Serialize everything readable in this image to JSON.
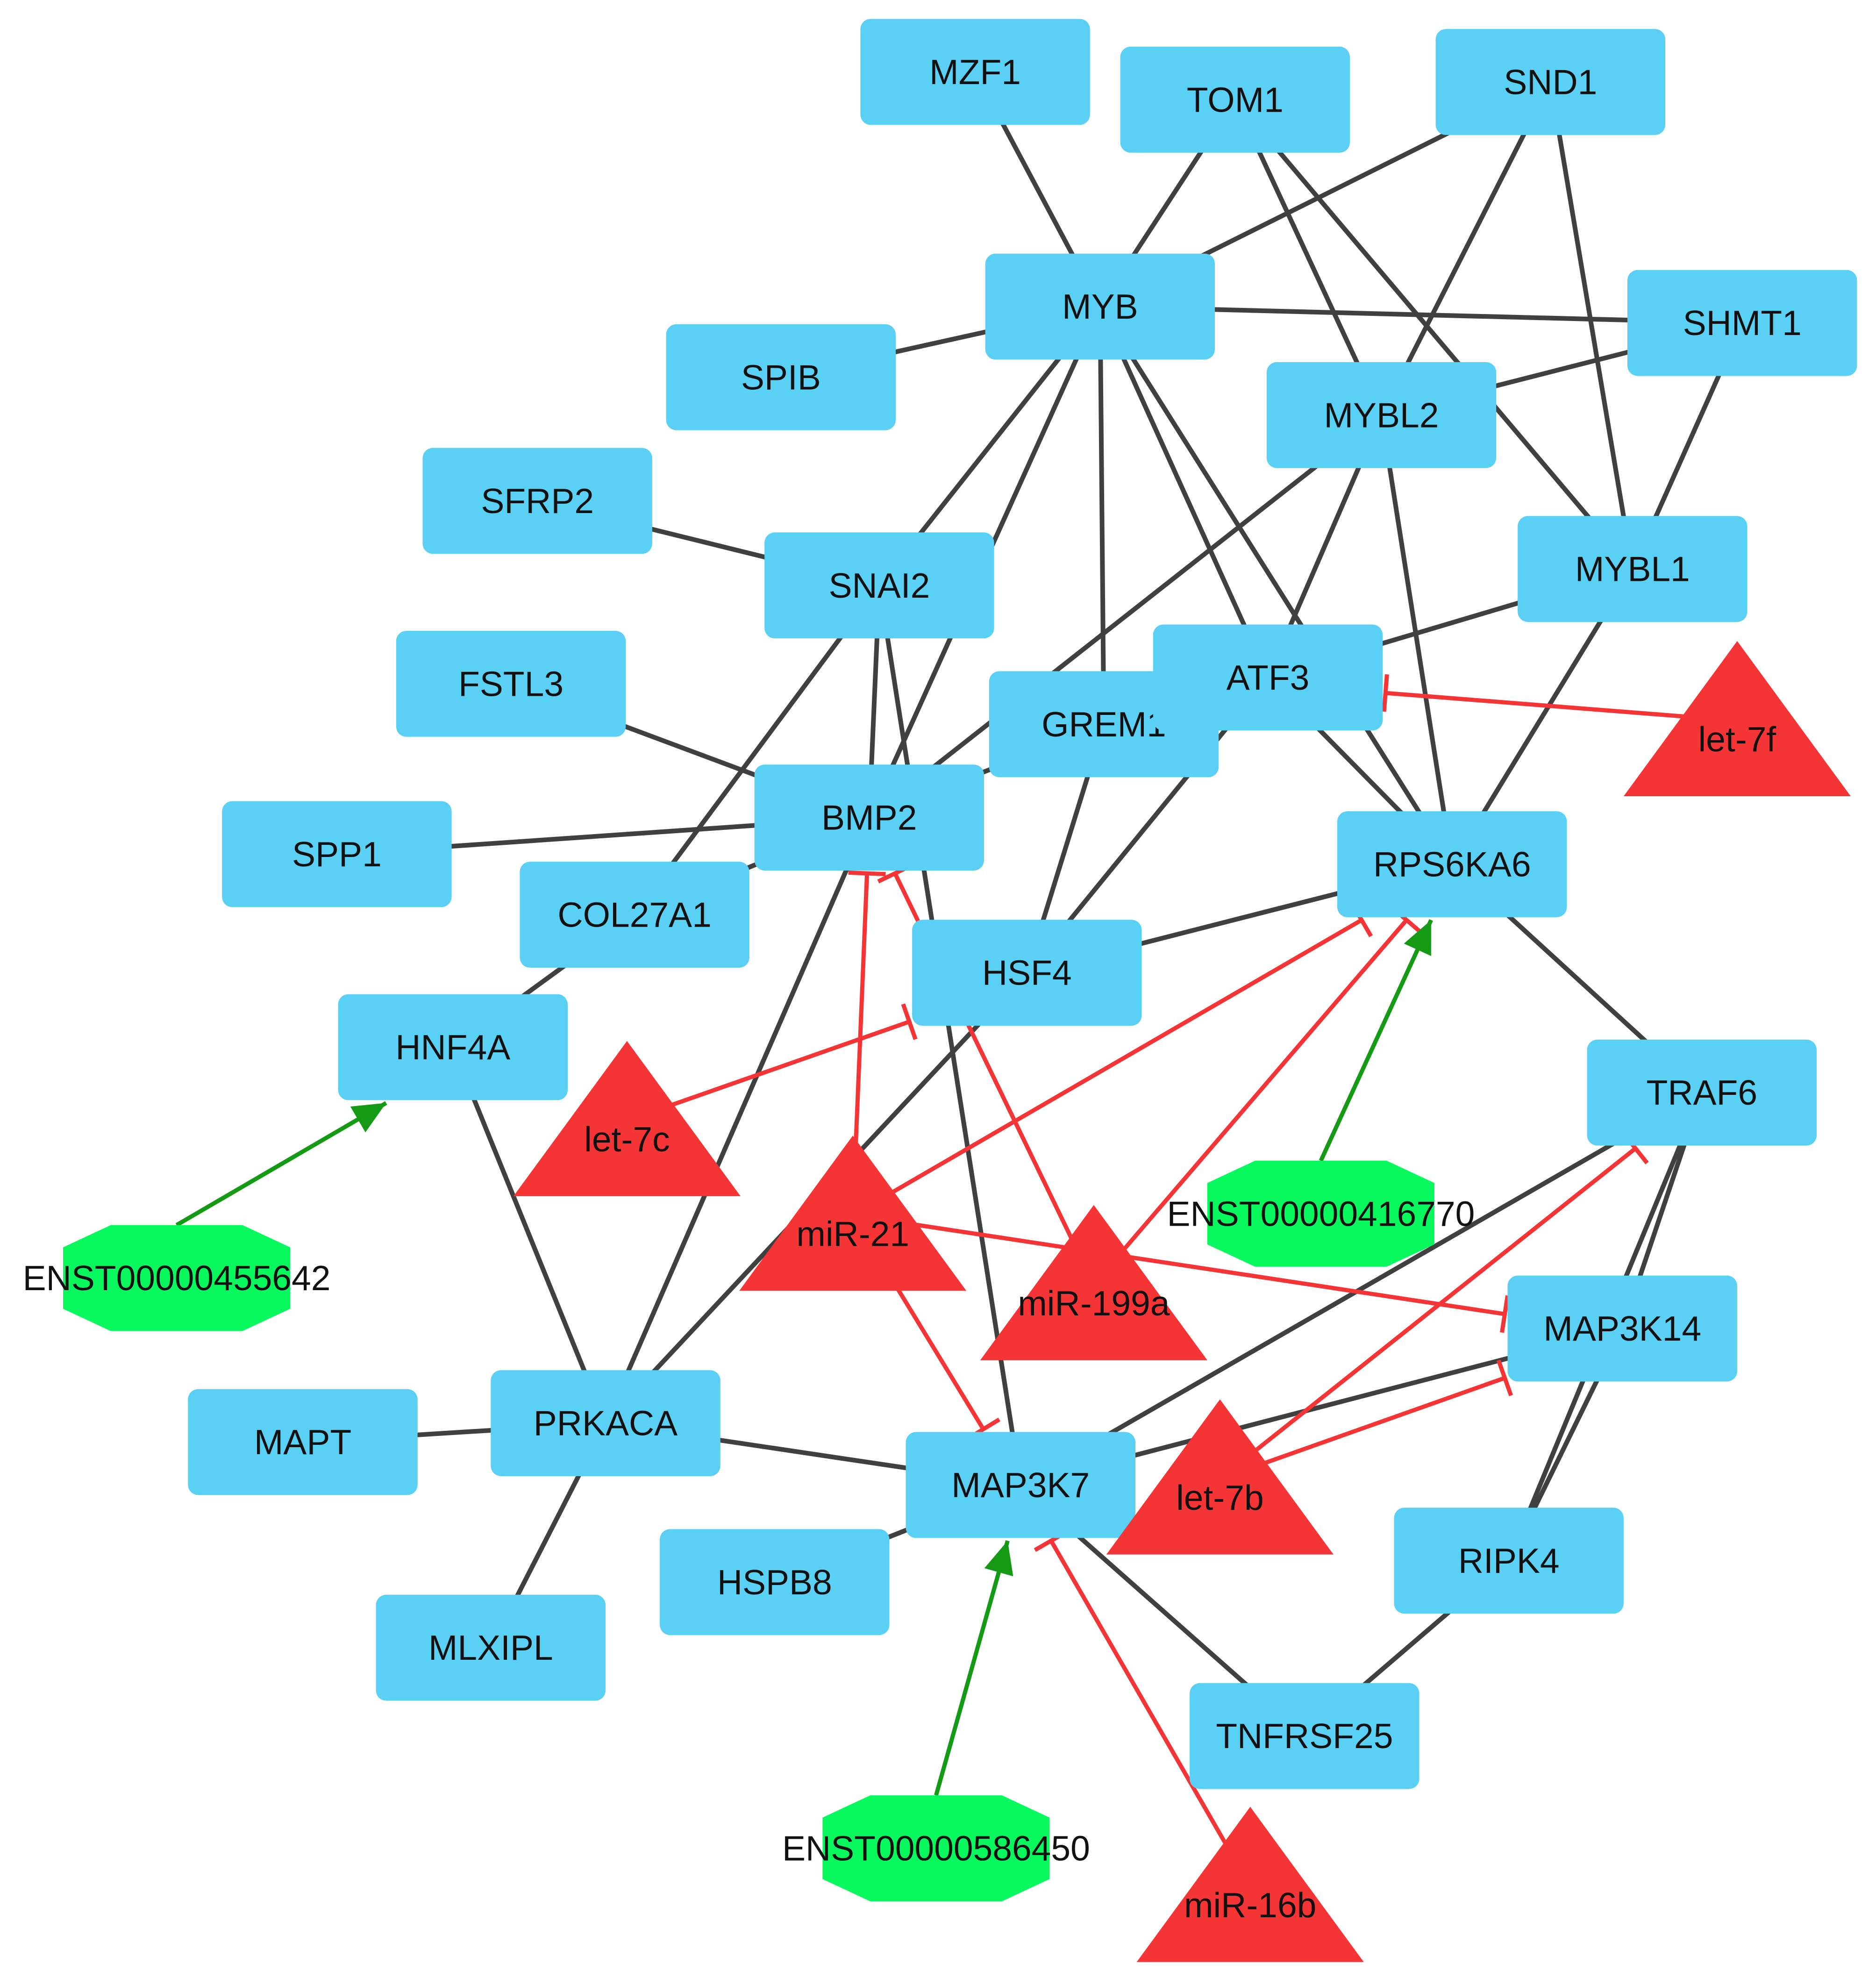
{
  "colors": {
    "gene_node": "#5bd0f5",
    "mirna_node": "#f53535",
    "lncrna_node": "#07f95e",
    "gene_edge": "#404040",
    "inhibition_edge": "#f53535",
    "activation_edge": "#159a15"
  },
  "nodes": [
    {
      "id": "MZF1",
      "label": "MZF1",
      "kind": "gene"
    },
    {
      "id": "TOM1",
      "label": "TOM1",
      "kind": "gene"
    },
    {
      "id": "SND1",
      "label": "SND1",
      "kind": "gene"
    },
    {
      "id": "MYB",
      "label": "MYB",
      "kind": "gene"
    },
    {
      "id": "SHMT1",
      "label": "SHMT1",
      "kind": "gene"
    },
    {
      "id": "SPIB",
      "label": "SPIB",
      "kind": "gene"
    },
    {
      "id": "MYBL2",
      "label": "MYBL2",
      "kind": "gene"
    },
    {
      "id": "SFRP2",
      "label": "SFRP2",
      "kind": "gene"
    },
    {
      "id": "SNAI2",
      "label": "SNAI2",
      "kind": "gene"
    },
    {
      "id": "MYBL1",
      "label": "MYBL1",
      "kind": "gene"
    },
    {
      "id": "FSTL3",
      "label": "FSTL3",
      "kind": "gene"
    },
    {
      "id": "GREM1",
      "label": "GREM1",
      "kind": "gene"
    },
    {
      "id": "ATF3",
      "label": "ATF3",
      "kind": "gene"
    },
    {
      "id": "BMP2",
      "label": "BMP2",
      "kind": "gene"
    },
    {
      "id": "SPP1",
      "label": "SPP1",
      "kind": "gene"
    },
    {
      "id": "RPS6KA6",
      "label": "RPS6KA6",
      "kind": "gene"
    },
    {
      "id": "COL27A1",
      "label": "COL27A1",
      "kind": "gene"
    },
    {
      "id": "HSF4",
      "label": "HSF4",
      "kind": "gene"
    },
    {
      "id": "HNF4A",
      "label": "HNF4A",
      "kind": "gene"
    },
    {
      "id": "TRAF6",
      "label": "TRAF6",
      "kind": "gene"
    },
    {
      "id": "MAP3K14",
      "label": "MAP3K14",
      "kind": "gene"
    },
    {
      "id": "MAPT",
      "label": "MAPT",
      "kind": "gene"
    },
    {
      "id": "PRKACA",
      "label": "PRKACA",
      "kind": "gene"
    },
    {
      "id": "MAP3K7",
      "label": "MAP3K7",
      "kind": "gene"
    },
    {
      "id": "RIPK4",
      "label": "RIPK4",
      "kind": "gene"
    },
    {
      "id": "HSPB8",
      "label": "HSPB8",
      "kind": "gene"
    },
    {
      "id": "MLXIPL",
      "label": "MLXIPL",
      "kind": "gene"
    },
    {
      "id": "TNFRSF25",
      "label": "TNFRSF25",
      "kind": "gene"
    },
    {
      "id": "let-7f",
      "label": "let-7f",
      "kind": "mirna"
    },
    {
      "id": "let-7c",
      "label": "let-7c",
      "kind": "mirna"
    },
    {
      "id": "miR-21",
      "label": "miR-21",
      "kind": "mirna"
    },
    {
      "id": "miR-199a",
      "label": "miR-199a",
      "kind": "mirna"
    },
    {
      "id": "let-7b",
      "label": "let-7b",
      "kind": "mirna"
    },
    {
      "id": "miR-16b",
      "label": "miR-16b",
      "kind": "mirna"
    },
    {
      "id": "ENST00000416770",
      "label": "ENST00000416770",
      "kind": "lncrna"
    },
    {
      "id": "ENST00000455642",
      "label": "ENST00000455642",
      "kind": "lncrna"
    },
    {
      "id": "ENST00000586450",
      "label": "ENST00000586450",
      "kind": "lncrna"
    }
  ],
  "gene_edges": [
    [
      "MZF1",
      "MYB"
    ],
    [
      "TOM1",
      "MYB"
    ],
    [
      "SND1",
      "MYB"
    ],
    [
      "SPIB",
      "MYB"
    ],
    [
      "MYB",
      "SHMT1"
    ],
    [
      "MYB",
      "SNAI2"
    ],
    [
      "MYB",
      "BMP2"
    ],
    [
      "MYB",
      "GREM1"
    ],
    [
      "MYB",
      "ATF3"
    ],
    [
      "MYB",
      "RPS6KA6"
    ],
    [
      "TOM1",
      "MYBL2"
    ],
    [
      "TOM1",
      "MYBL1"
    ],
    [
      "SND1",
      "MYBL2"
    ],
    [
      "SND1",
      "MYBL1"
    ],
    [
      "SHMT1",
      "MYBL2"
    ],
    [
      "SHMT1",
      "MYBL1"
    ],
    [
      "MYBL2",
      "ATF3"
    ],
    [
      "MYBL2",
      "RPS6KA6"
    ],
    [
      "MYBL2",
      "BMP2"
    ],
    [
      "MYBL1",
      "ATF3"
    ],
    [
      "MYBL1",
      "RPS6KA6"
    ],
    [
      "SFRP2",
      "SNAI2"
    ],
    [
      "SNAI2",
      "BMP2"
    ],
    [
      "SNAI2",
      "COL27A1"
    ],
    [
      "SNAI2",
      "MAP3K7"
    ],
    [
      "FSTL3",
      "BMP2"
    ],
    [
      "SPP1",
      "BMP2"
    ],
    [
      "GREM1",
      "BMP2"
    ],
    [
      "GREM1",
      "HSF4"
    ],
    [
      "ATF3",
      "HSF4"
    ],
    [
      "ATF3",
      "RPS6KA6"
    ],
    [
      "BMP2",
      "PRKACA"
    ],
    [
      "BMP2",
      "COL27A1"
    ],
    [
      "COL27A1",
      "HNF4A"
    ],
    [
      "HNF4A",
      "PRKACA"
    ],
    [
      "HSF4",
      "RPS6KA6"
    ],
    [
      "HSF4",
      "PRKACA"
    ],
    [
      "RPS6KA6",
      "TRAF6"
    ],
    [
      "TRAF6",
      "MAP3K14"
    ],
    [
      "TRAF6",
      "MAP3K7"
    ],
    [
      "TRAF6",
      "RIPK4"
    ],
    [
      "MAP3K14",
      "MAP3K7"
    ],
    [
      "MAP3K14",
      "RIPK4"
    ],
    [
      "MAPT",
      "PRKACA"
    ],
    [
      "PRKACA",
      "MAP3K7"
    ],
    [
      "PRKACA",
      "MLXIPL"
    ],
    [
      "MAP3K7",
      "HSPB8"
    ],
    [
      "MAP3K7",
      "TNFRSF25"
    ],
    [
      "RIPK4",
      "TNFRSF25"
    ]
  ],
  "inhibition_edges": [
    [
      "let-7f",
      "ATF3"
    ],
    [
      "let-7c",
      "HSF4"
    ],
    [
      "miR-21",
      "BMP2"
    ],
    [
      "miR-21",
      "RPS6KA6"
    ],
    [
      "miR-21",
      "MAP3K14"
    ],
    [
      "miR-21",
      "MAP3K7"
    ],
    [
      "miR-199a",
      "BMP2"
    ],
    [
      "miR-199a",
      "RPS6KA6"
    ],
    [
      "let-7b",
      "TRAF6"
    ],
    [
      "let-7b",
      "MAP3K14"
    ],
    [
      "miR-16b",
      "MAP3K7"
    ]
  ],
  "activation_edges": [
    [
      "ENST00000416770",
      "RPS6KA6"
    ],
    [
      "ENST00000455642",
      "HNF4A"
    ],
    [
      "ENST00000586450",
      "MAP3K7"
    ]
  ]
}
